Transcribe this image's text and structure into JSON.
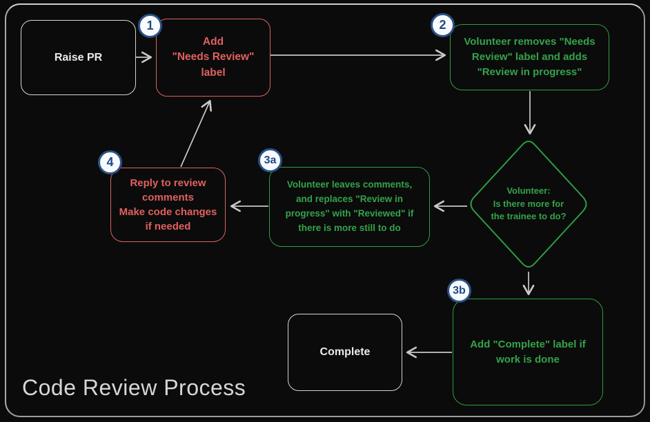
{
  "title": "Code Review Process",
  "nodes": {
    "raise_pr": {
      "label": "Raise PR"
    },
    "step1": {
      "badge": "1",
      "label": "Add\n\"Needs Review\"\nlabel"
    },
    "step2": {
      "badge": "2",
      "label": "Volunteer removes \"Needs\nReview\" label and adds\n\"Review in progress\""
    },
    "decision": {
      "label": "Volunteer:\nIs there more for\nthe trainee to do?"
    },
    "step3a": {
      "badge": "3a",
      "label": "Volunteer leaves comments,\nand replaces \"Review in\nprogress\" with \"Reviewed\" if\nthere is more still to do"
    },
    "step4": {
      "badge": "4",
      "label": "Reply to review\ncomments\nMake code changes\nif needed"
    },
    "step3b": {
      "badge": "3b",
      "label": "Add \"Complete\" label if\nwork is done"
    },
    "complete": {
      "label": "Complete"
    }
  },
  "colors": {
    "background": "#0b0b0b",
    "frame_border": "#ababab",
    "neutral_box": "#d6d6d6",
    "neutral_text": "#ebebeb",
    "red": "#e06060",
    "green": "#2f9e44",
    "badge_fill": "#f8fafd",
    "badge_border": "#2a5188",
    "badge_text": "#1d4a85",
    "arrow": "#c9c9c9",
    "title_text": "#d6d6d6"
  }
}
